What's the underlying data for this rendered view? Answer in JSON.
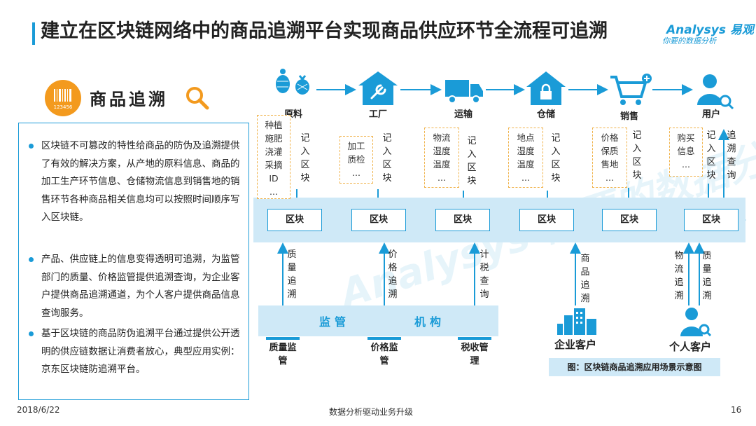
{
  "header": {
    "title": "建立在区块链网络中的商品追溯平台实现商品供应环节全流程可追溯",
    "logo_main": "Analysys 易观",
    "logo_sub": "你要的数据分析",
    "watermark": "Analysys 你要的数据分析"
  },
  "section": {
    "label": "商品追溯",
    "badge_code": "123456"
  },
  "description": {
    "items": [
      "区块链不可篡改的特性给商品的防伪及追溯提供了有效的解决方案，从产地的原料信息、商品的加工生产环节信息、仓储物流信息到销售地的销售环节各种商品相关信息均可以按照时间顺序写入区块链。",
      "产品、供应链上的信息变得透明可追溯，为监管部门的质量、价格监管提供追溯查询，为企业客户提供商品追溯通道，为个人客户提供商品信息查询服务。",
      "基于区块链的商品防伪追溯平台通过提供公开透明的供应链数据让消费者放心，典型应用实例：京东区块链防追溯平台。"
    ]
  },
  "stages": [
    {
      "label": "原料",
      "info": [
        "种植",
        "施肥",
        "浇灌",
        "采摘",
        "ID",
        "..."
      ],
      "action": "记入区块"
    },
    {
      "label": "工厂",
      "info": [
        "加工",
        "质检",
        "..."
      ],
      "action": "记入区块"
    },
    {
      "label": "运输",
      "info": [
        "物流",
        "湿度",
        "温度",
        "..."
      ],
      "action": "记入区块"
    },
    {
      "label": "仓储",
      "info": [
        "地点",
        "湿度",
        "温度",
        "..."
      ],
      "action": "记入区块"
    },
    {
      "label": "销售",
      "info": [
        "价格",
        "保质",
        "售地",
        "..."
      ],
      "action": "记入区块"
    },
    {
      "label": "用户",
      "info": [
        "购买",
        "信息",
        "..."
      ],
      "action": "记入区块",
      "query": "追溯查询"
    }
  ],
  "block_label": "区块",
  "regulators": {
    "band_left": "监管",
    "band_right": "机构",
    "items": [
      {
        "label": "质量监管",
        "query": "质量追溯"
      },
      {
        "label": "价格监管",
        "query": "价格追溯"
      },
      {
        "label": "税收管理",
        "query": "计税查询"
      }
    ]
  },
  "enterprise": {
    "label": "企业客户",
    "query": "商品追溯"
  },
  "individual": {
    "label": "个人客户",
    "queries": [
      "物流追溯",
      "质量追溯"
    ]
  },
  "caption": "图：区块链商品追溯应用场景示意图",
  "footer": {
    "date": "2018/6/22",
    "center": "数据分析驱动业务升级",
    "page": "16"
  },
  "colors": {
    "accent": "#1a9bd7",
    "band": "#cfe9f7",
    "badge": "#f39a1e",
    "dashed": "#f0b24a"
  }
}
